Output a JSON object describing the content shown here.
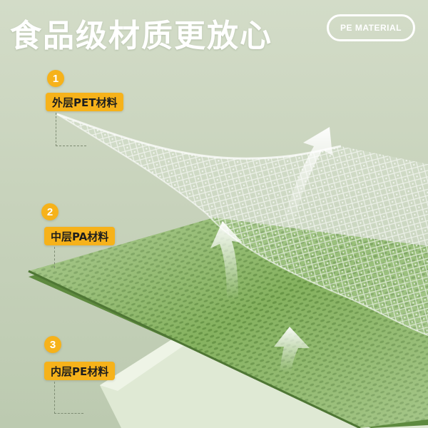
{
  "headline": "食品级材质更放心",
  "badge": "PE MATERIAL",
  "layers": [
    {
      "number": "1",
      "label": "外层PET材料"
    },
    {
      "number": "2",
      "label": "中层PA材料"
    },
    {
      "number": "3",
      "label": "内层PE材料"
    }
  ],
  "colors": {
    "accent": "#f6b21a",
    "film_green": "#7fae57",
    "background": "#c8d3bc"
  }
}
